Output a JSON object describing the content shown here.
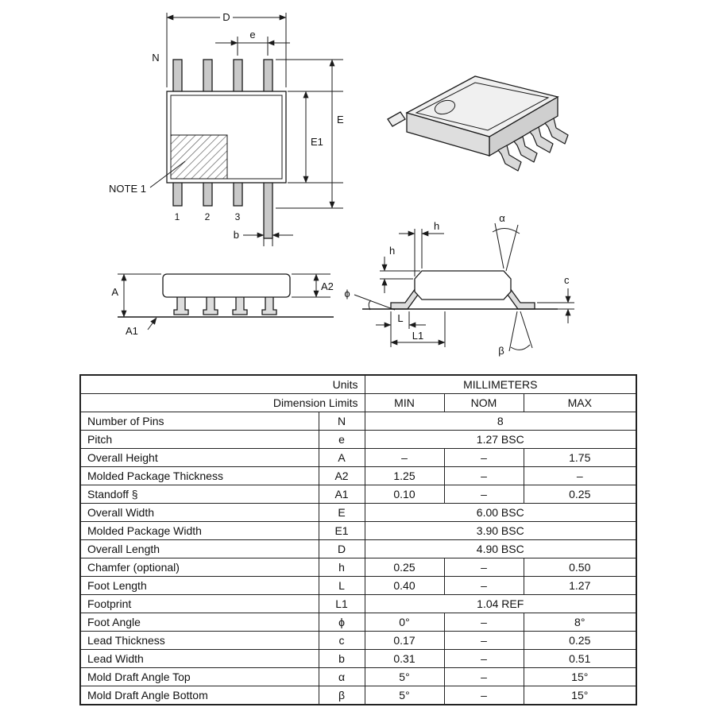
{
  "diagrams": {
    "top_view": {
      "dim_d": "D",
      "dim_e": "e",
      "pin_count_label": "N",
      "dim_e_overall": "E",
      "dim_e1": "E1",
      "dim_b": "b",
      "note": "NOTE 1",
      "pin_numbers": [
        "1",
        "2",
        "3"
      ]
    },
    "side_view": {
      "dim_a": "A",
      "dim_a1": "A1",
      "dim_a2": "A2"
    },
    "end_view": {
      "dim_h": "h",
      "dim_c": "c",
      "dim_phi": "ϕ",
      "dim_alpha": "α",
      "dim_beta": "β",
      "dim_l": "L",
      "dim_l1": "L1"
    }
  },
  "table": {
    "units_label": "Units",
    "millimeters_label": "MILLIMETERS",
    "dimension_limits_label": "Dimension Limits",
    "min_label": "MIN",
    "nom_label": "NOM",
    "max_label": "MAX",
    "rows": [
      {
        "label": "Number of Pins",
        "symbol": "N",
        "span": "8"
      },
      {
        "label": "Pitch",
        "symbol": "e",
        "span": "1.27 BSC"
      },
      {
        "label": "Overall Height",
        "symbol": "A",
        "min": "–",
        "nom": "–",
        "max": "1.75"
      },
      {
        "label": "Molded Package Thickness",
        "symbol": "A2",
        "min": "1.25",
        "nom": "–",
        "max": "–"
      },
      {
        "label": "Standoff  §",
        "symbol": "A1",
        "min": "0.10",
        "nom": "–",
        "max": "0.25"
      },
      {
        "label": "Overall Width",
        "symbol": "E",
        "span": "6.00 BSC"
      },
      {
        "label": "Molded Package Width",
        "symbol": "E1",
        "span": "3.90 BSC"
      },
      {
        "label": "Overall Length",
        "symbol": "D",
        "span": "4.90 BSC"
      },
      {
        "label": "Chamfer (optional)",
        "symbol": "h",
        "min": "0.25",
        "nom": "–",
        "max": "0.50"
      },
      {
        "label": "Foot Length",
        "symbol": "L",
        "min": "0.40",
        "nom": "–",
        "max": "1.27"
      },
      {
        "label": "Footprint",
        "symbol": "L1",
        "span": "1.04 REF"
      },
      {
        "label": "Foot Angle",
        "symbol": "ϕ",
        "min": "0°",
        "nom": "–",
        "max": "8°"
      },
      {
        "label": "Lead Thickness",
        "symbol": "c",
        "min": "0.17",
        "nom": "–",
        "max": "0.25"
      },
      {
        "label": "Lead Width",
        "symbol": "b",
        "min": "0.31",
        "nom": "–",
        "max": "0.51"
      },
      {
        "label": "Mold Draft Angle Top",
        "symbol": "α",
        "min": "5°",
        "nom": "–",
        "max": "15°"
      },
      {
        "label": "Mold Draft Angle Bottom",
        "symbol": "β",
        "min": "5°",
        "nom": "–",
        "max": "15°"
      }
    ]
  },
  "colors": {
    "line_color": "#1a1a1a",
    "lead_fill": "#c9c9c9",
    "body_fill": "#ffffff",
    "shade_fill": "#e8e8e8"
  }
}
